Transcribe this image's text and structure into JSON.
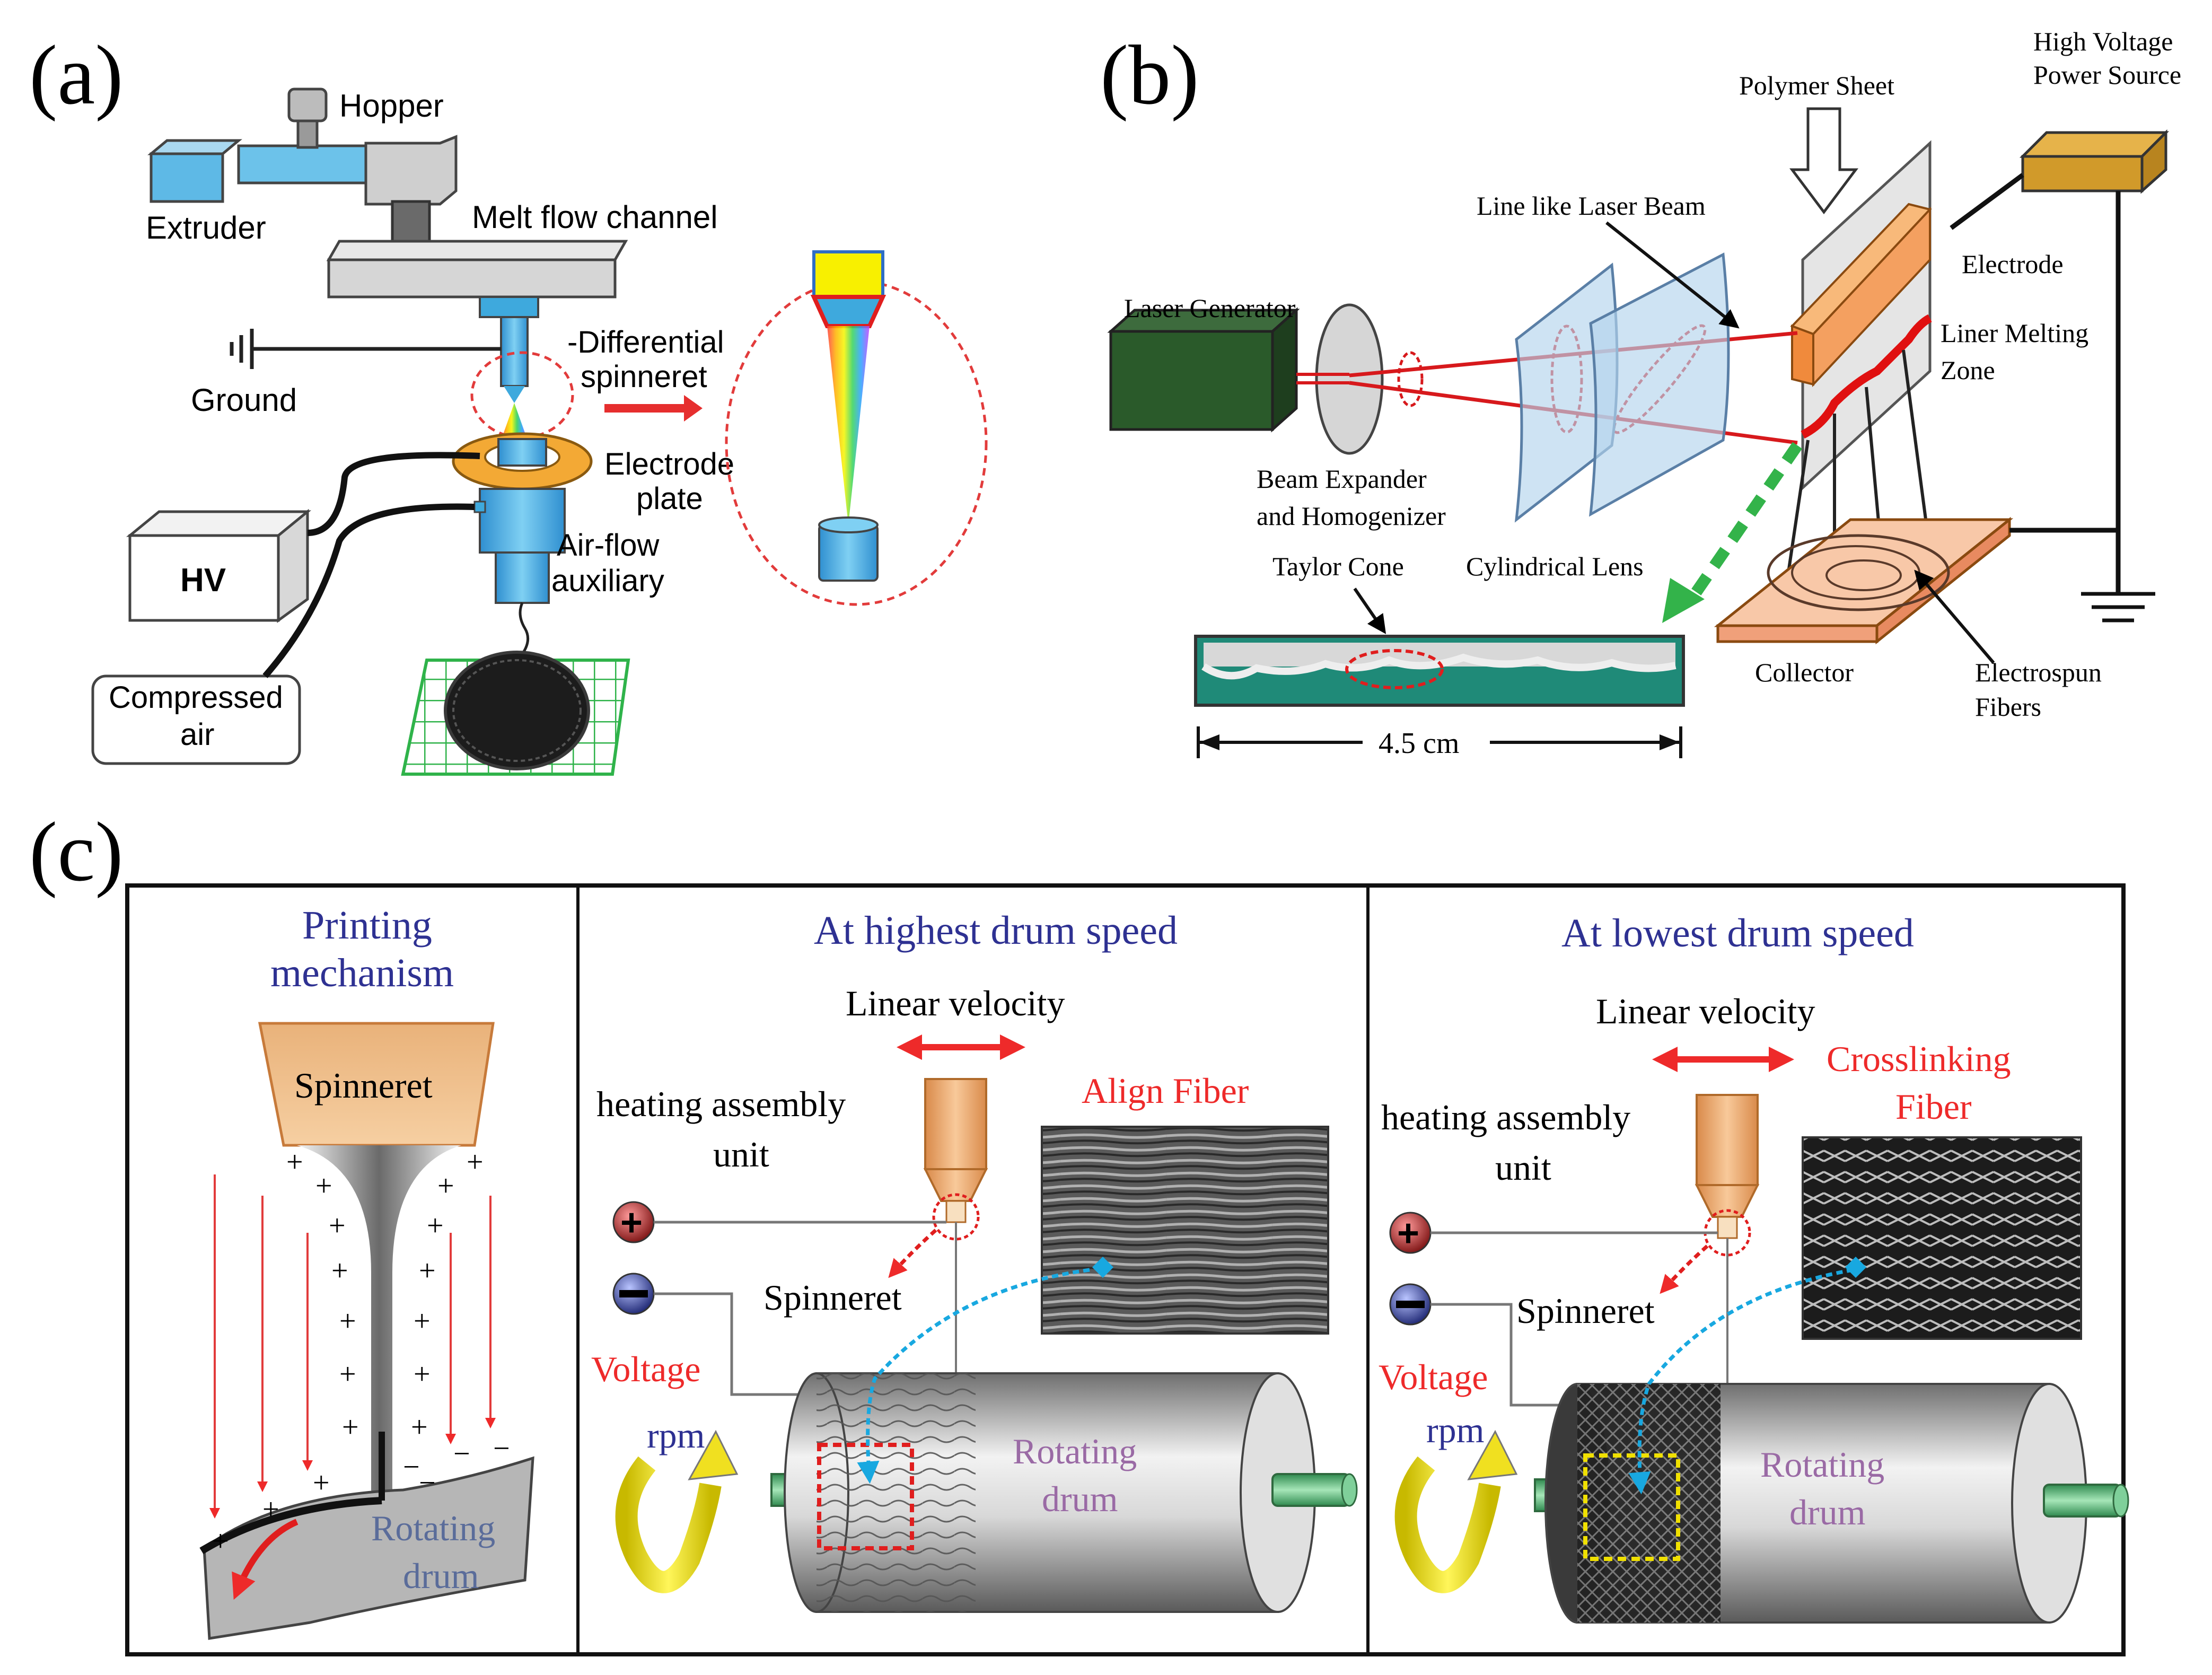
{
  "panel_a": {
    "tag": "(a)",
    "hopper": "Hopper",
    "extruder": "Extruder",
    "melt_flow_channel": "Melt flow channel",
    "ground": "Ground",
    "spinneret_line1": "-Differential",
    "spinneret_line2": "spinneret",
    "electrode_line1": "Electrode",
    "electrode_line2": "plate",
    "hv": "HV",
    "airflow_line1": "Air-flow",
    "airflow_line2": "auxiliary",
    "compressed_line1": "Compressed",
    "compressed_line2": "air"
  },
  "panel_b": {
    "tag": "(b)",
    "high_voltage_line1": "High  Voltage",
    "high_voltage_line2": "Power Source",
    "polymer_sheet": "Polymer Sheet",
    "laser_beam": "Line like Laser Beam",
    "electrode": "Electrode",
    "laser_generator": "Laser Generator",
    "melting_line1": "Liner Melting",
    "melting_line2": "Zone",
    "beam_line1": "Beam       Expander",
    "beam_line2": "and Homogenizer",
    "taylor_cone": "Taylor Cone",
    "cylindrical_lens": "Cylindrical Lens",
    "collector": "Collector",
    "fibers_line1": "Electrospun",
    "fibers_line2": "Fibers",
    "scale": "4.5 cm"
  },
  "panel_c": {
    "tag": "(c)",
    "printing_line1": "Printing",
    "printing_line2": "mechanism",
    "spinneret": "Spinneret",
    "rotating_drum_line1": "Rotating",
    "rotating_drum_line2": "drum",
    "plus": "+",
    "minus": "−",
    "highest_title": "At highest drum speed",
    "lowest_title": "At lowest drum speed",
    "linear_velocity": "Linear velocity",
    "heating_line1": "heating assembly",
    "heating_line2": "unit",
    "align_fiber": "Align Fiber",
    "crosslinking_line1": "Crosslinking",
    "crosslinking_line2": "Fiber",
    "voltage": "Voltage",
    "rpm": "rpm"
  },
  "colors": {
    "blue_part": "#3ea9dd",
    "dark_blue_text": "#2e3192",
    "red_label": "#ee2a2a",
    "orange_plate": "#f3a935",
    "laser_red": "#d7191c",
    "green": "#1a9b3a",
    "lavender_text": "#9a6aa5"
  }
}
